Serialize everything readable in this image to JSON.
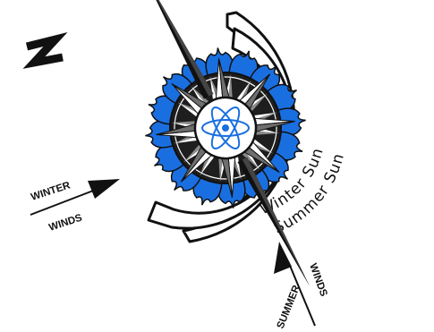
{
  "north": {
    "letter": "N",
    "icon": "north-letter-icon"
  },
  "winter_winds": {
    "line1": "WINTER",
    "line2": "WINDS",
    "icon": "arrow-icon"
  },
  "summer_winds": {
    "line1": "SUMMER",
    "line2": "WINDS",
    "icon": "arrow-icon"
  },
  "arcs": {
    "inner": "Winter Sun",
    "outer": "Summer Sun"
  },
  "colors": {
    "rose_blue": "#1a6fe0",
    "atom": "#1a6fe0",
    "ink": "#111111",
    "face": "#1e1e1e"
  },
  "center_icon": "atom-icon"
}
